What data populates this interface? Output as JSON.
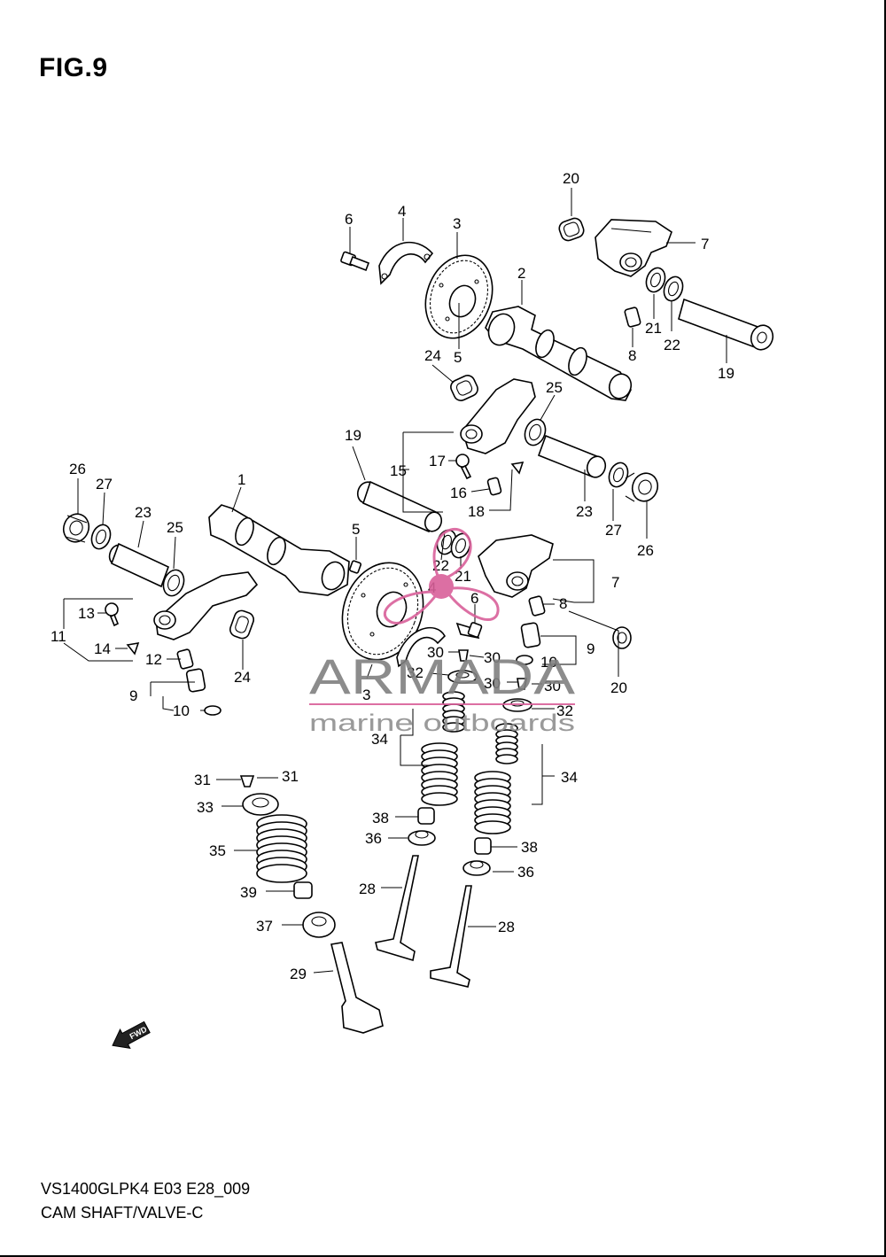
{
  "figure": {
    "title": "FIG.9"
  },
  "footer": {
    "model_code": "VS1400GLPK4 E03 E28_009",
    "section_name": "CAM SHAFT/VALVE-C"
  },
  "watermark": {
    "brand": "ARMADA",
    "tagline": "marine outboards",
    "accent_color": "#d9609a",
    "text_color": "#777777"
  },
  "fwd_arrow": {
    "label": "FWD"
  },
  "callouts": [
    {
      "id": "c20a",
      "text": "20"
    },
    {
      "id": "c6a",
      "text": "6"
    },
    {
      "id": "c4a",
      "text": "4"
    },
    {
      "id": "c3a",
      "text": "3"
    },
    {
      "id": "c7a",
      "text": "7"
    },
    {
      "id": "c2",
      "text": "2"
    },
    {
      "id": "c21a",
      "text": "21"
    },
    {
      "id": "c22a",
      "text": "22"
    },
    {
      "id": "c8a",
      "text": "8"
    },
    {
      "id": "c19a",
      "text": "19"
    },
    {
      "id": "c24a",
      "text": "24"
    },
    {
      "id": "c5a",
      "text": "5"
    },
    {
      "id": "c25a",
      "text": "25"
    },
    {
      "id": "c19b",
      "text": "19"
    },
    {
      "id": "c17",
      "text": "17"
    },
    {
      "id": "c15",
      "text": "15"
    },
    {
      "id": "c16",
      "text": "16"
    },
    {
      "id": "c18",
      "text": "18"
    },
    {
      "id": "c23a",
      "text": "23"
    },
    {
      "id": "c27a",
      "text": "27"
    },
    {
      "id": "c26a",
      "text": "26"
    },
    {
      "id": "c26b",
      "text": "26"
    },
    {
      "id": "c27b",
      "text": "27"
    },
    {
      "id": "c1",
      "text": "1"
    },
    {
      "id": "c23b",
      "text": "23"
    },
    {
      "id": "c25b",
      "text": "25"
    },
    {
      "id": "c5b",
      "text": "5"
    },
    {
      "id": "c22b",
      "text": "22"
    },
    {
      "id": "c21b",
      "text": "21"
    },
    {
      "id": "c4b",
      "text": "4"
    },
    {
      "id": "c7b",
      "text": "7"
    },
    {
      "id": "c6b",
      "text": "6"
    },
    {
      "id": "c8b",
      "text": "8"
    },
    {
      "id": "c13",
      "text": "13"
    },
    {
      "id": "c11",
      "text": "11"
    },
    {
      "id": "c14",
      "text": "14"
    },
    {
      "id": "c12",
      "text": "12"
    },
    {
      "id": "c24b",
      "text": "24"
    },
    {
      "id": "c9a",
      "text": "9"
    },
    {
      "id": "c10a",
      "text": "10"
    },
    {
      "id": "c30a",
      "text": "30"
    },
    {
      "id": "c30b",
      "text": "30"
    },
    {
      "id": "c9b",
      "text": "9"
    },
    {
      "id": "c10b",
      "text": "10"
    },
    {
      "id": "c20b",
      "text": "20"
    },
    {
      "id": "c32a",
      "text": "32"
    },
    {
      "id": "c3b",
      "text": "3"
    },
    {
      "id": "c30c",
      "text": "30"
    },
    {
      "id": "c30d",
      "text": "30"
    },
    {
      "id": "c32b",
      "text": "32"
    },
    {
      "id": "c34a",
      "text": "34"
    },
    {
      "id": "c34b",
      "text": "34"
    },
    {
      "id": "c31a",
      "text": "31"
    },
    {
      "id": "c31b",
      "text": "31"
    },
    {
      "id": "c33",
      "text": "33"
    },
    {
      "id": "c38a",
      "text": "38"
    },
    {
      "id": "c36a",
      "text": "36"
    },
    {
      "id": "c35",
      "text": "35"
    },
    {
      "id": "c38b",
      "text": "38"
    },
    {
      "id": "c36b",
      "text": "36"
    },
    {
      "id": "c28a",
      "text": "28"
    },
    {
      "id": "c39",
      "text": "39"
    },
    {
      "id": "c28b",
      "text": "28"
    },
    {
      "id": "c37",
      "text": "37"
    },
    {
      "id": "c29",
      "text": "29"
    }
  ]
}
